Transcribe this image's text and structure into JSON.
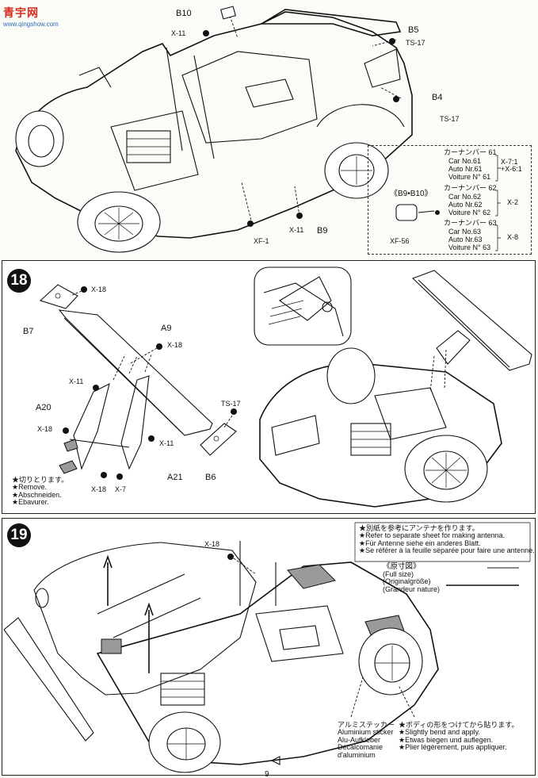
{
  "watermark": {
    "brand": "青宇网",
    "url": "www.qingshow.com"
  },
  "step17": {
    "labels": {
      "b10": "B10",
      "x11_top": "X-11",
      "b5": "B5",
      "ts17_top": "TS-17",
      "b4": "B4",
      "ts17_mid": "TS-17",
      "xf1": "XF-1",
      "x11_bottom": "X-11",
      "b9": "B9",
      "b9b10": "《B9•B10》",
      "xf56": "XF-56"
    },
    "car_numbers": [
      {
        "jp": "カーナンバー 61",
        "lines": [
          "Car No.61",
          "Auto Nr.61",
          "Voiture N° 61"
        ],
        "part": "X-7:1\n+X-6:1"
      },
      {
        "jp": "カーナンバー 62",
        "lines": [
          "Car No.62",
          "Auto Nr.62",
          "Voiture N° 62"
        ],
        "part": "X-2"
      },
      {
        "jp": "カーナンバー 63",
        "lines": [
          "Car No.63",
          "Auto Nr.63",
          "Voiture N° 63"
        ],
        "part": "X-8"
      }
    ]
  },
  "step18": {
    "number": "18",
    "labels": {
      "x18_a": "X-18",
      "b7": "B7",
      "a9": "A9",
      "x18_b": "X-18",
      "x11_a": "X-11",
      "a20": "A20",
      "x18_c": "X-18",
      "x11_b": "X-11",
      "ts17": "TS-17",
      "a21": "A21",
      "b6": "B6",
      "x18_d": "X-18",
      "x7": "X-7"
    },
    "remove_note": [
      "★切りとります。",
      "★Remove.",
      "★Abschneiden.",
      "★Ebavurer."
    ]
  },
  "step19": {
    "number": "19",
    "labels": {
      "x18": "X-18"
    },
    "antenna_note": [
      "★別紙を参考にアンテナを作ります。",
      "★Refer to separate sheet for making antenna.",
      "★Für Antenne siehe ein anderes Blatt.",
      "★Se référer à la feuille séparée pour faire une antenne."
    ],
    "size_labels": [
      "《原寸図》",
      "(Full size)",
      "(Originalgröße)",
      "(Grandeur nature)"
    ],
    "aluminium_note": [
      "アルミステッカー",
      "Aluminium sticker",
      "Alu-Aufkleber",
      "Décalcomanie",
      "d'aluminium"
    ],
    "bend_note": [
      "★ボディの形をつけてから貼ります。",
      "★Slightly bend and apply.",
      "★Etwas biegen und auflegen.",
      "★Plier légèrement, puis appliquer."
    ]
  },
  "footer": {
    "page_number": "9"
  }
}
